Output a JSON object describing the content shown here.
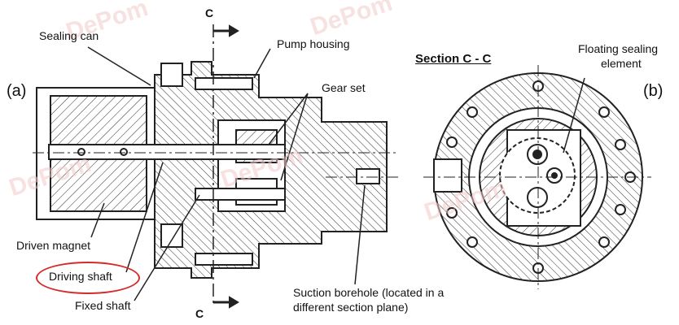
{
  "labels": {
    "part_a": "(a)",
    "part_b": "(b)",
    "sealing_can": "Sealing can",
    "pump_housing": "Pump housing",
    "gear_set": "Gear set",
    "driven_magnet": "Driven magnet",
    "driving_shaft": "Driving shaft",
    "fixed_shaft": "Fixed shaft",
    "suction_borehole_line1": "Suction borehole (located in a",
    "suction_borehole_line2": "different section plane)",
    "section_title": "Section C - C",
    "floating_line1": "Floating sealing",
    "floating_line2": "element",
    "cut_top": "C",
    "cut_bottom": "C"
  },
  "watermark": "DePom",
  "colors": {
    "line": "#222222",
    "highlight": "#d42a2a",
    "watermark": "#f2c9c9"
  }
}
